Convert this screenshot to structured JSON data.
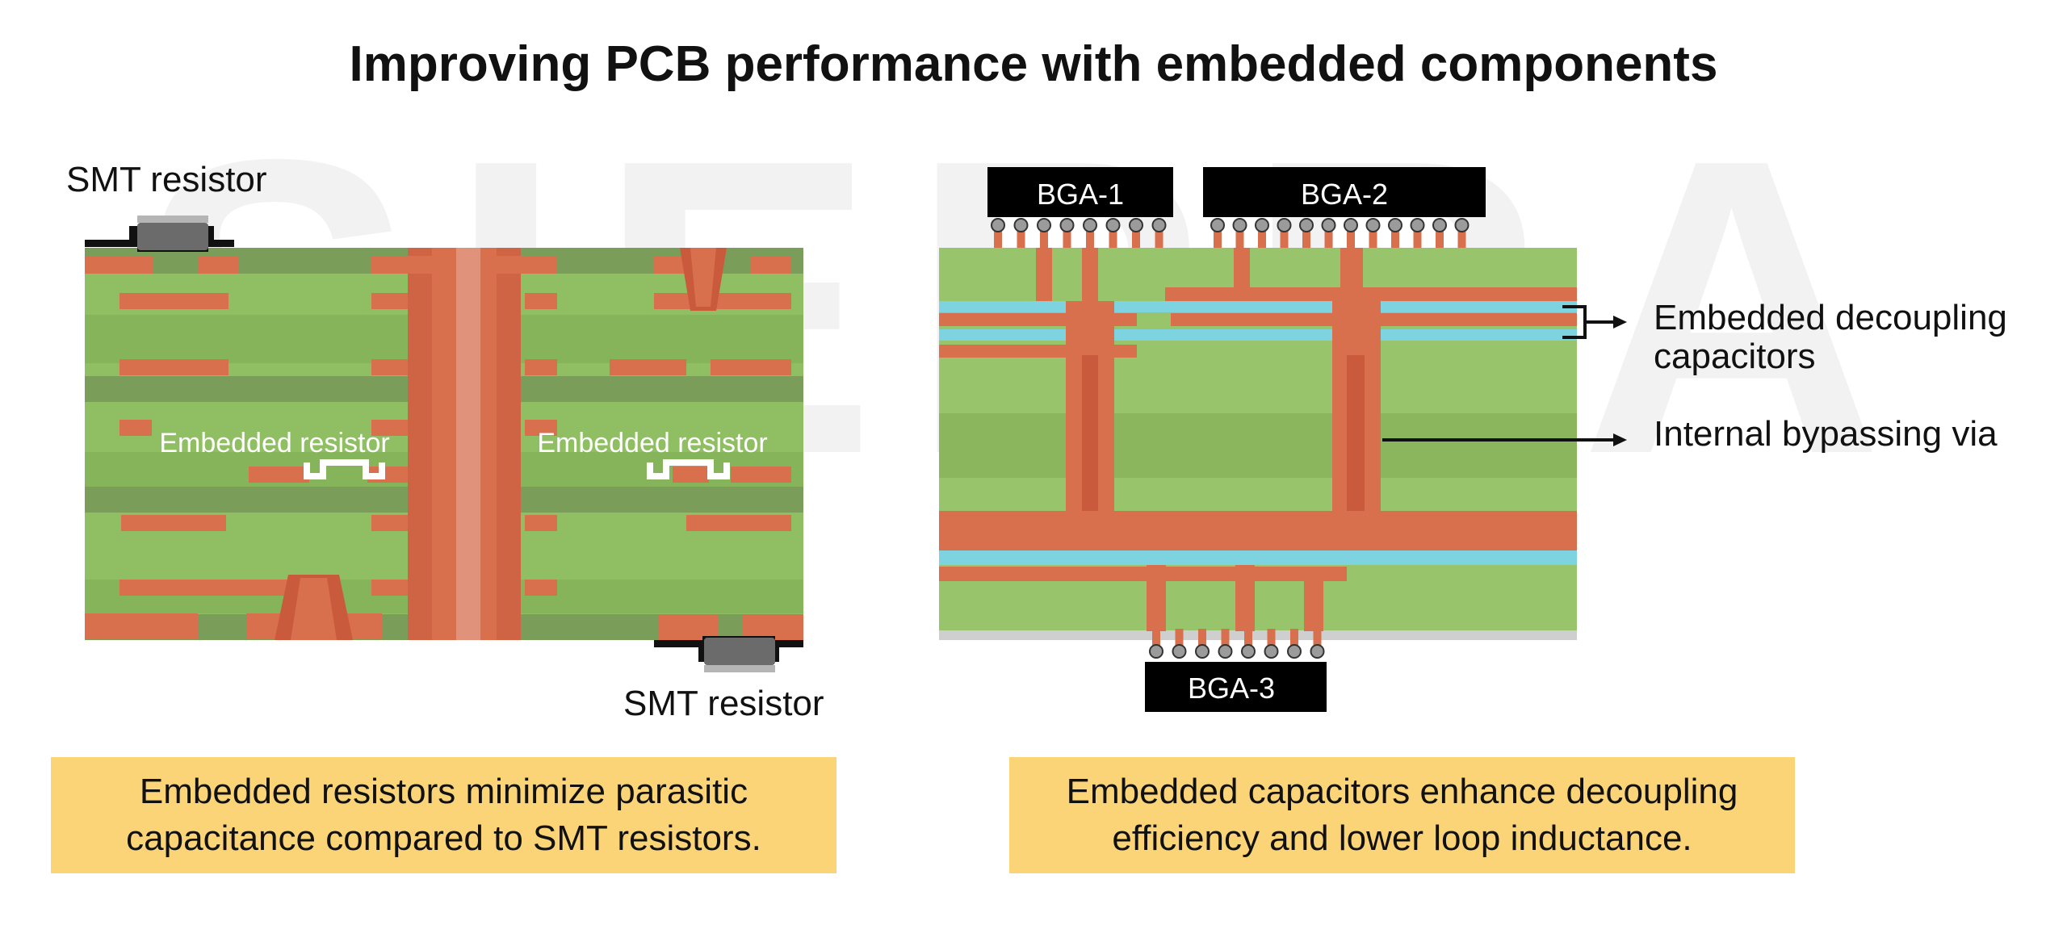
{
  "title": "Improving PCB performance with embedded components",
  "watermark": "SIERRA CIRCUITS",
  "left": {
    "smt_top_label": "SMT resistor",
    "smt_bottom_label": "SMT resistor",
    "embedded_label_left": "Embedded resistor",
    "embedded_label_right": "Embedded resistor",
    "caption_line1": "Embedded resistors minimize parasitic",
    "caption_line2": "capacitance compared to SMT resistors."
  },
  "right": {
    "bga1": "BGA-1",
    "bga2": "BGA-2",
    "bga3": "BGA-3",
    "decoupling_label_line1": "Embedded decoupling",
    "decoupling_label_line2": "capacitors",
    "via_label": "Internal bypassing via",
    "caption_line1": "Embedded capacitors enhance decoupling",
    "caption_line2": "efficiency and lower loop inductance."
  },
  "colors": {
    "board_green": "#8fbf62",
    "board_dark_green": "#7a9e5a",
    "copper": "#d9704d",
    "cap_blue": "#7dd3e0",
    "caption_bg": "#fbd478"
  }
}
